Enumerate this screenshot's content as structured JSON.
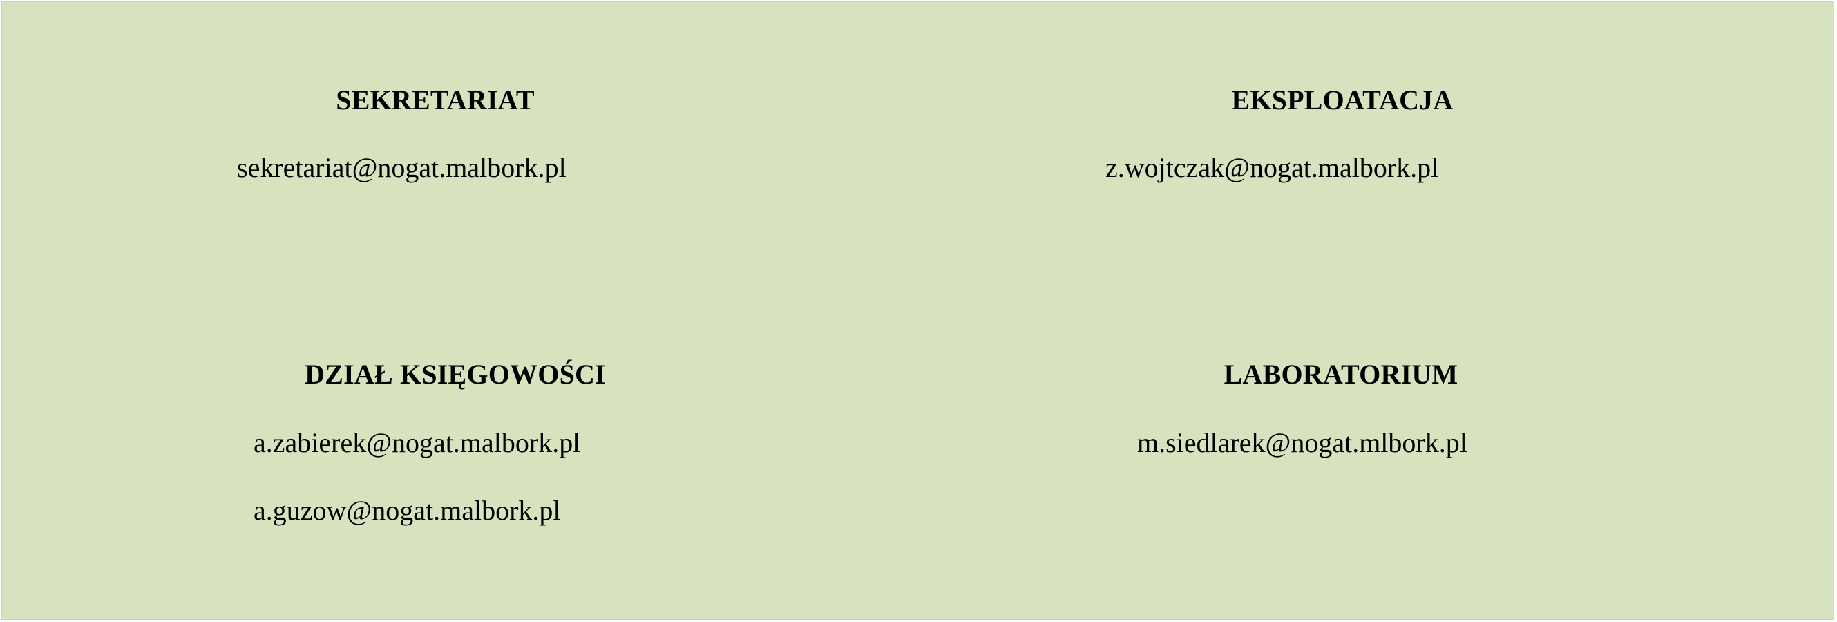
{
  "contacts": {
    "sekretariat": {
      "title": "SEKRETARIAT",
      "emails": [
        "sekretariat@nogat.malbork.pl"
      ]
    },
    "eksploatacja": {
      "title": "EKSPLOATACJA",
      "emails": [
        "z.wojtczak@nogat.malbork.pl"
      ]
    },
    "ksiegowosc": {
      "title": "DZIAŁ KSIĘGOWOŚCI",
      "emails": [
        "a.zabierek@nogat.malbork.pl",
        "a.guzow@nogat.malbork.pl"
      ]
    },
    "laboratorium": {
      "title": "LABORATORIUM",
      "emails": [
        "m.siedlarek@nogat.mlbork.pl"
      ]
    }
  },
  "colors": {
    "background": "#d7e3bf",
    "text": "#111111"
  }
}
